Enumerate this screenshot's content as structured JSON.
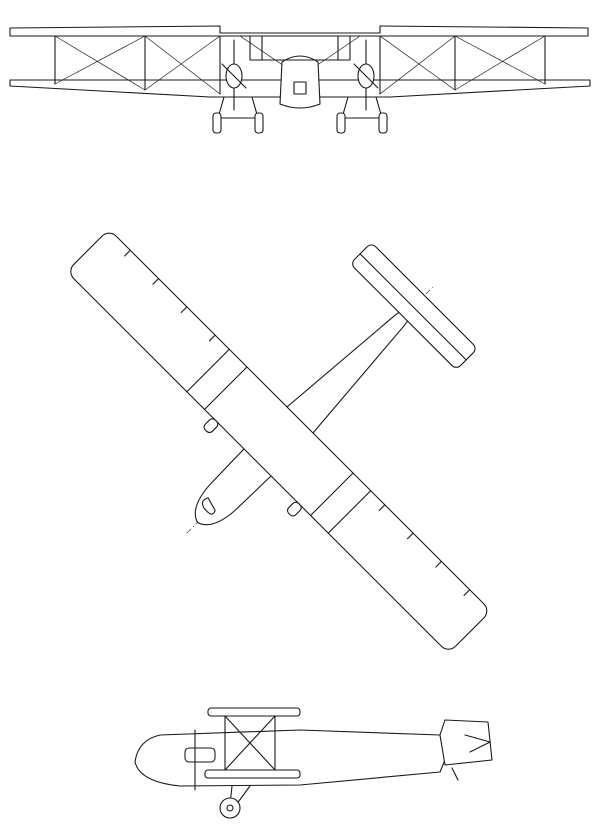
{
  "figure": {
    "views": [
      "front-view",
      "top-view",
      "side-view"
    ],
    "background_color": "#ffffff",
    "line_color": "#1a1a1a"
  }
}
